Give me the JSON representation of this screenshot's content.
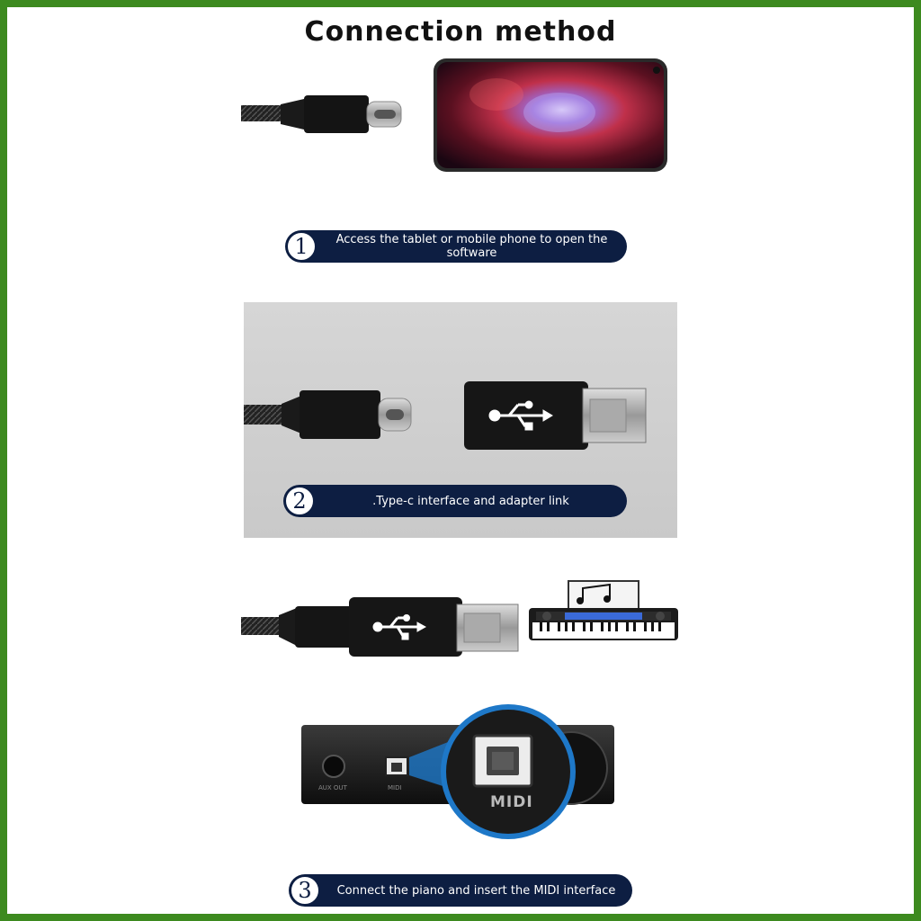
{
  "title": "Connection method",
  "steps": [
    {
      "number": "1",
      "text": "Access the tablet or mobile phone to open the software"
    },
    {
      "number": "2",
      "text": ".Type-c interface and adapter link"
    },
    {
      "number": "3",
      "text": "Connect the piano and insert the MIDI interface"
    }
  ],
  "port_labels": {
    "aux": "AUX OUT",
    "midi_small": "MIDI",
    "midi_zoom": "MIDI"
  },
  "colors": {
    "border": "#3d8a1f",
    "pill": "#0d1e42",
    "zoom_ring": "#1e78c8"
  }
}
